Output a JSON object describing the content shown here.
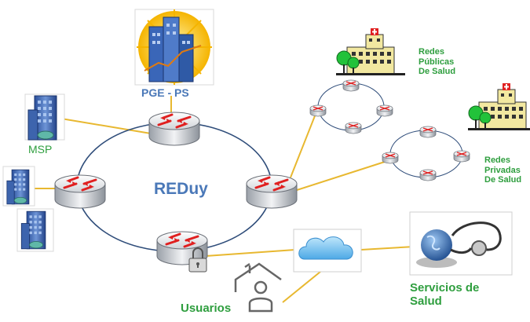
{
  "center_label": "REDuy",
  "nodes": {
    "pge": "PGE - PS",
    "msp": "MSP",
    "redes_publicas": [
      "Redes",
      "Públicas",
      "De Salud"
    ],
    "redes_privadas": [
      "Redes",
      "Privadas",
      "De Salud"
    ],
    "servicios": [
      "Servicios de",
      "Salud"
    ],
    "usuarios": "Usuarios"
  },
  "colors": {
    "ring": "#2f4d7a",
    "link": "#e8b830",
    "label_green": "#2e9e3e",
    "label_blue": "#4a78b8",
    "router_arrow": "#e02020"
  }
}
